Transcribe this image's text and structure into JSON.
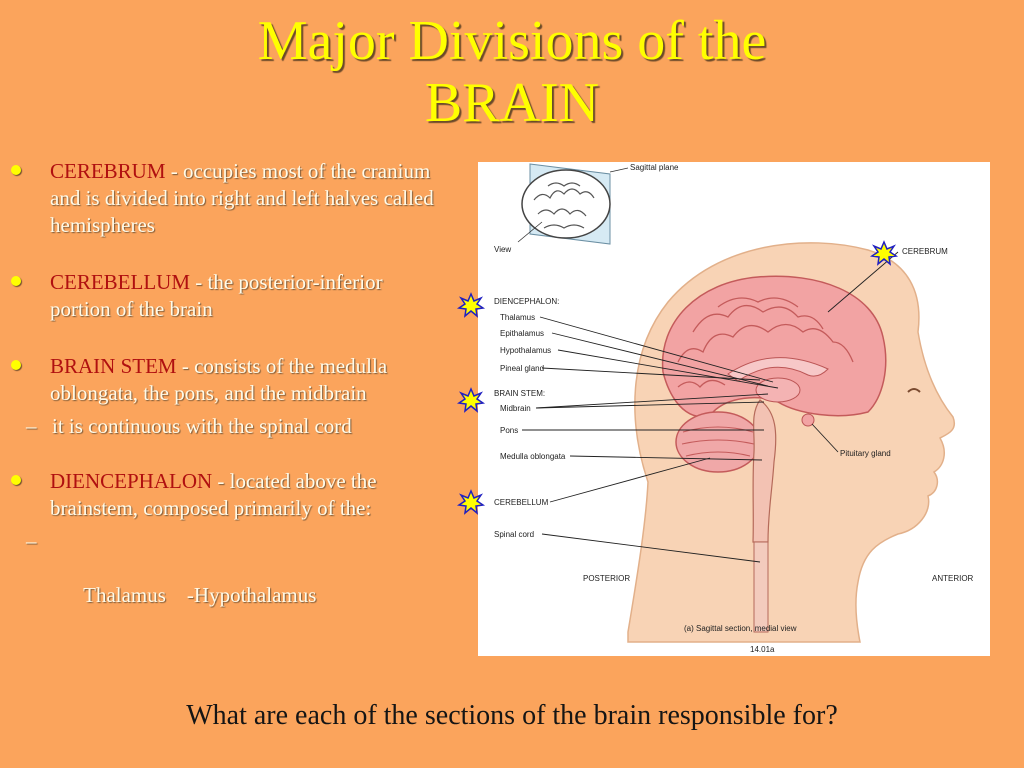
{
  "slide": {
    "title_line1": "Major Divisions of the",
    "title_line2": "BRAIN",
    "bullets": [
      {
        "term": "CEREBRUM",
        "text": " - occupies most of the cranium and is divided into right and left halves called ",
        "tail": "hemispheres"
      },
      {
        "term": "CEREBELLUM",
        "text": " - the posterior-inferior portion of the brain"
      },
      {
        "term": "BRAIN STEM",
        "text": " - consists of the medulla oblongata, the pons, and the midbrain",
        "sub": "it is continuous with the spinal cord"
      },
      {
        "term": "DIENCEPHALON",
        "text": " - located above the brainstem, composed primarily of the:",
        "sub": "Thalamus    -Hypothalamus"
      }
    ],
    "question": "What are each of the sections of the brain responsible for?"
  },
  "figure": {
    "top_labels": {
      "sagittal_plane": "Sagittal plane",
      "view": "View"
    },
    "labels": {
      "cerebrum": "CEREBRUM",
      "diencephalon": "DIENCEPHALON:",
      "thalamus": "Thalamus",
      "epithalamus": "Epithalamus",
      "hypothalamus": "Hypothalamus",
      "pineal": "Pineal gland",
      "brainstem": "BRAIN STEM:",
      "midbrain": "Midbrain",
      "pons": "Pons",
      "medulla": "Medulla oblongata",
      "pituitary": "Pituitary gland",
      "cerebellum": "CEREBELLUM",
      "spinal_cord": "Spinal cord",
      "posterior": "POSTERIOR",
      "anterior": "ANTERIOR"
    },
    "caption": "(a) Sagittal section, medial view",
    "figure_number": "14.01a"
  },
  "colors": {
    "background": "#fba45c",
    "title": "#ffff00",
    "term": "#b01010",
    "star": "#ffff00",
    "star_outline": "#2020c0"
  }
}
